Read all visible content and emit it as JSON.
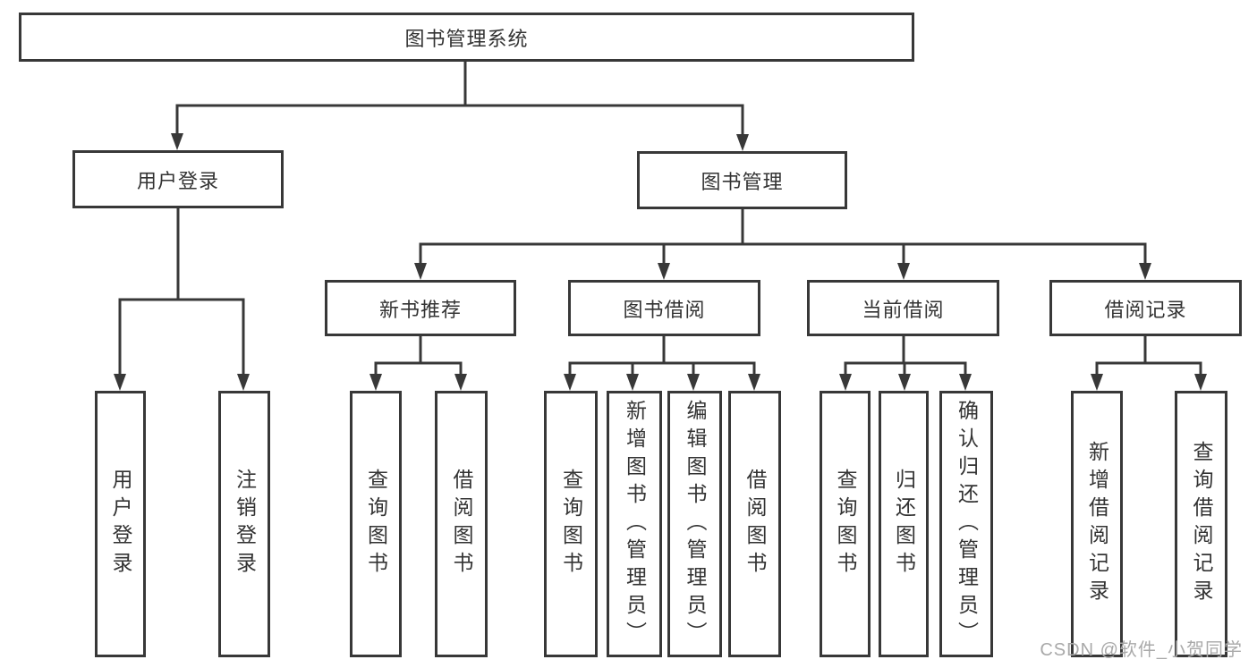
{
  "diagram": {
    "root": "图书管理系统",
    "level2": {
      "user_login": "用户登录",
      "book_management": "图书管理"
    },
    "level3": {
      "new_book_recommend": "新书推荐",
      "book_borrow": "图书借阅",
      "current_borrow": "当前借阅",
      "borrow_record": "借阅记录"
    },
    "leaves": {
      "user_login": [
        "用户登录",
        "注销登录"
      ],
      "new_book_recommend": [
        "查询图书",
        "借阅图书"
      ],
      "book_borrow": [
        "查询图书",
        "新增图书（管理员）",
        "编辑图书（管理员）",
        "借阅图书"
      ],
      "current_borrow": [
        "查询图书",
        "归还图书",
        "确认归还（管理员）"
      ],
      "borrow_record": [
        "新增借阅记录",
        "查询借阅记录"
      ]
    },
    "watermark": "CSDN @软件_小贺同学",
    "colors": {
      "line": "#383838",
      "text": "#333333",
      "background": "#ffffff",
      "watermark": "#a9a9a9"
    }
  }
}
